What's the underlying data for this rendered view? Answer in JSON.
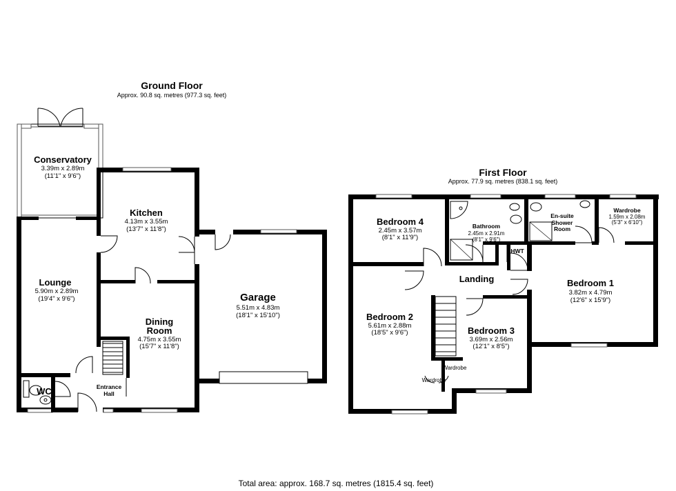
{
  "ground_floor": {
    "title": "Ground Floor",
    "area": "Approx. 90.8 sq. metres (977.3 sq. feet)",
    "rooms": {
      "conservatory": {
        "name": "Conservatory",
        "metric": "3.39m x 2.89m",
        "imperial": "(11'1\" x 9'6\")"
      },
      "kitchen": {
        "name": "Kitchen",
        "metric": "4.13m x 3.55m",
        "imperial": "(13'7\" x 11'8\")"
      },
      "lounge": {
        "name": "Lounge",
        "metric": "5.90m x 2.89m",
        "imperial": "(19'4\" x 9'6\")"
      },
      "garage": {
        "name": "Garage",
        "metric": "5.51m x 4.83m",
        "imperial": "(18'1\" x 15'10\")"
      },
      "dining": {
        "name1": "Dining",
        "name2": "Room",
        "metric": "4.75m x 3.55m",
        "imperial": "(15'7\" x 11'8\")"
      },
      "wc": {
        "name": "WC"
      },
      "entrance": {
        "name1": "Entrance",
        "name2": "Hall"
      }
    }
  },
  "first_floor": {
    "title": "First Floor",
    "area": "Approx. 77.9 sq. metres (838.1 sq. feet)",
    "rooms": {
      "bedroom4": {
        "name": "Bedroom 4",
        "metric": "2.45m x 3.57m",
        "imperial": "(8'1\" x 11'9\")"
      },
      "bathroom": {
        "name": "Bathroom",
        "metric": "2.45m x 2.91m",
        "imperial": "(8'1\" x 9'6\")"
      },
      "ensuite": {
        "name1": "En-suite",
        "name2": "Shower",
        "name3": "Room"
      },
      "wardrobe1": {
        "name": "Wardrobe",
        "metric": "1.59m x 2.08m",
        "imperial": "(5'3\" x 6'10\")"
      },
      "hwt": {
        "name": "HWT"
      },
      "landing": {
        "name": "Landing"
      },
      "bedroom1": {
        "name": "Bedroom 1",
        "metric": "3.82m x 4.79m",
        "imperial": "(12'6\" x 15'9\")"
      },
      "bedroom2": {
        "name": "Bedroom 2",
        "metric": "5.61m x 2.88m",
        "imperial": "(18'5\" x 9'6\")"
      },
      "bedroom3": {
        "name": "Bedroom 3",
        "metric": "3.69m x 2.56m",
        "imperial": "(12'1\" x 8'5\")"
      },
      "wardrobe2": {
        "name": "Wardrobe"
      },
      "wardrobe3": {
        "name": "Wardrobe"
      }
    }
  },
  "total_area": "Total area: approx. 168.7 sq. metres (1815.4 sq. feet)"
}
